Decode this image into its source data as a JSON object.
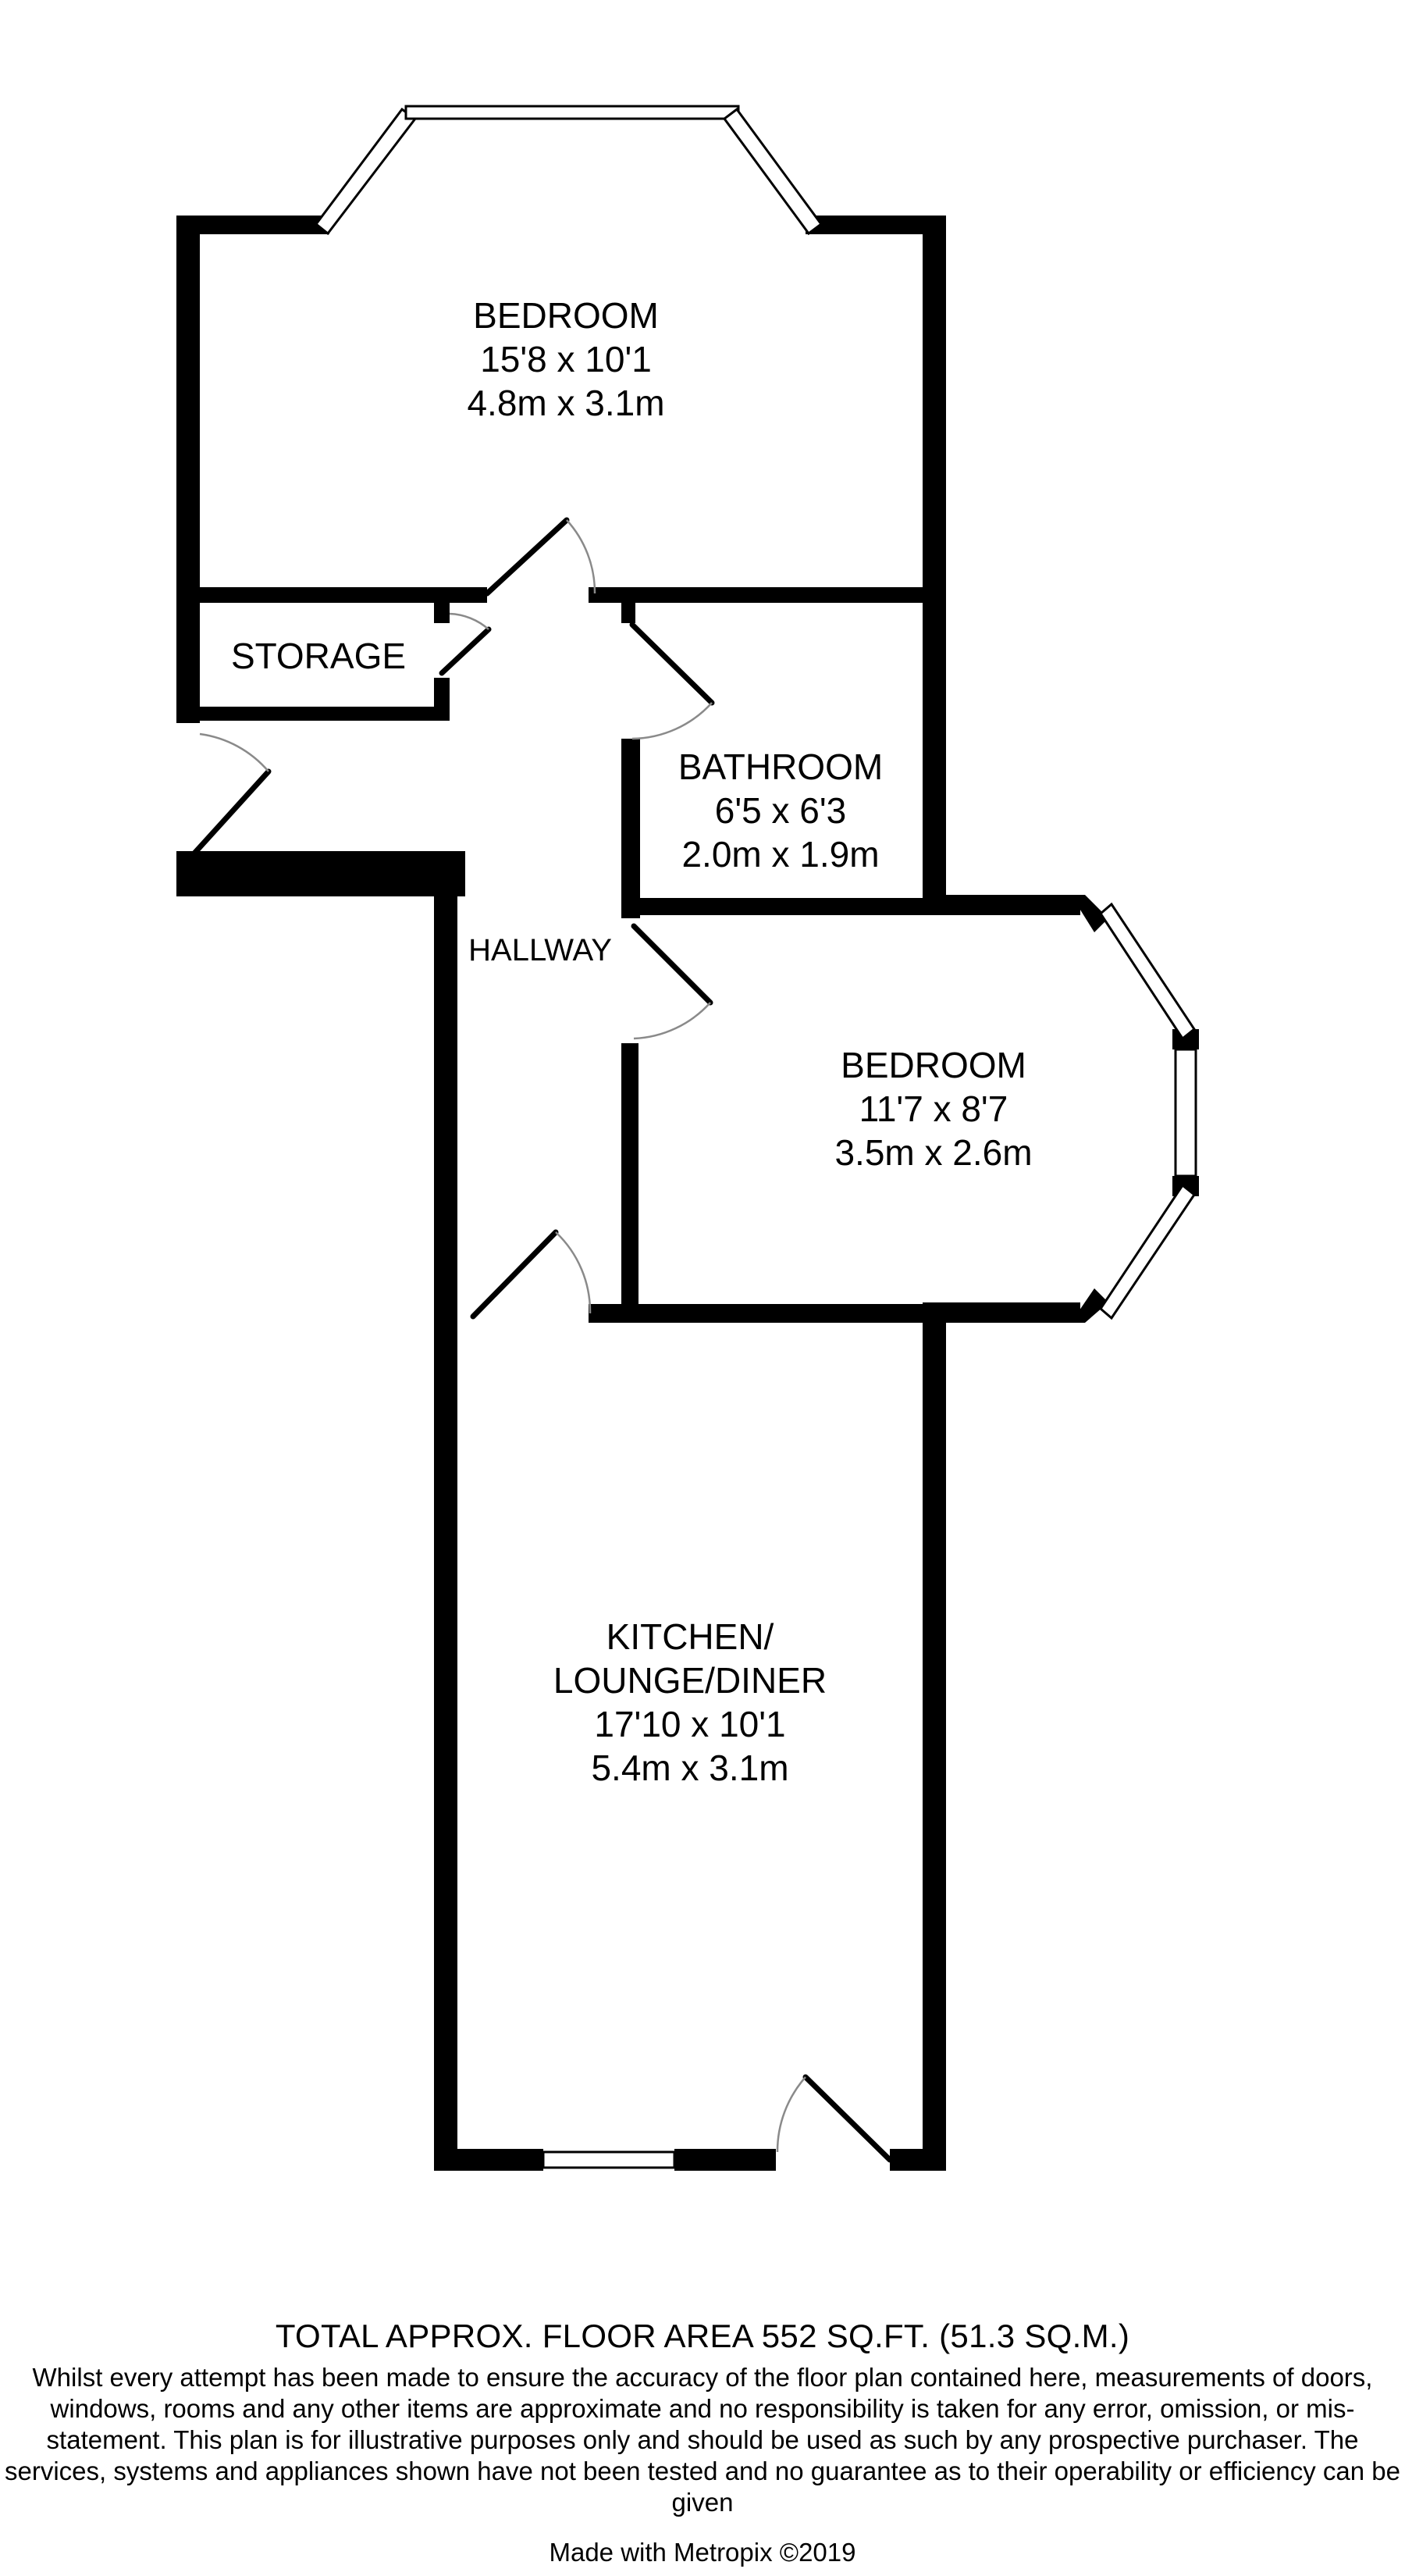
{
  "rooms": {
    "bedroom1": {
      "name": "BEDROOM",
      "imperial": "15'8 x 10'1",
      "metric": "4.8m x 3.1m"
    },
    "storage": {
      "name": "STORAGE"
    },
    "bathroom": {
      "name": "BATHROOM",
      "imperial": "6'5 x 6'3",
      "metric": "2.0m x 1.9m"
    },
    "hallway": {
      "name": "HALLWAY"
    },
    "bedroom2": {
      "name": "BEDROOM",
      "imperial": "11'7 x 8'7",
      "metric": "3.5m x 2.6m"
    },
    "kitchen": {
      "name_line1": "KITCHEN/",
      "name_line2": "LOUNGE/DINER",
      "imperial": "17'10 x 10'1",
      "metric": "5.4m x 3.1m"
    }
  },
  "footer": {
    "total_area": "TOTAL APPROX. FLOOR AREA 552 SQ.FT. (51.3 SQ.M.)",
    "disclaimer": "Whilst every attempt has been made to ensure the accuracy of the floor plan contained here, measurements of doors, windows, rooms and any other items are approximate and no responsibility is taken for any error, omission, or mis-statement. This plan is for illustrative purposes only and should be used as such by any prospective purchaser. The services, systems and appliances shown have not been tested and no guarantee as to their operability or efficiency can be given",
    "credit": "Made with Metropix ©2019"
  }
}
